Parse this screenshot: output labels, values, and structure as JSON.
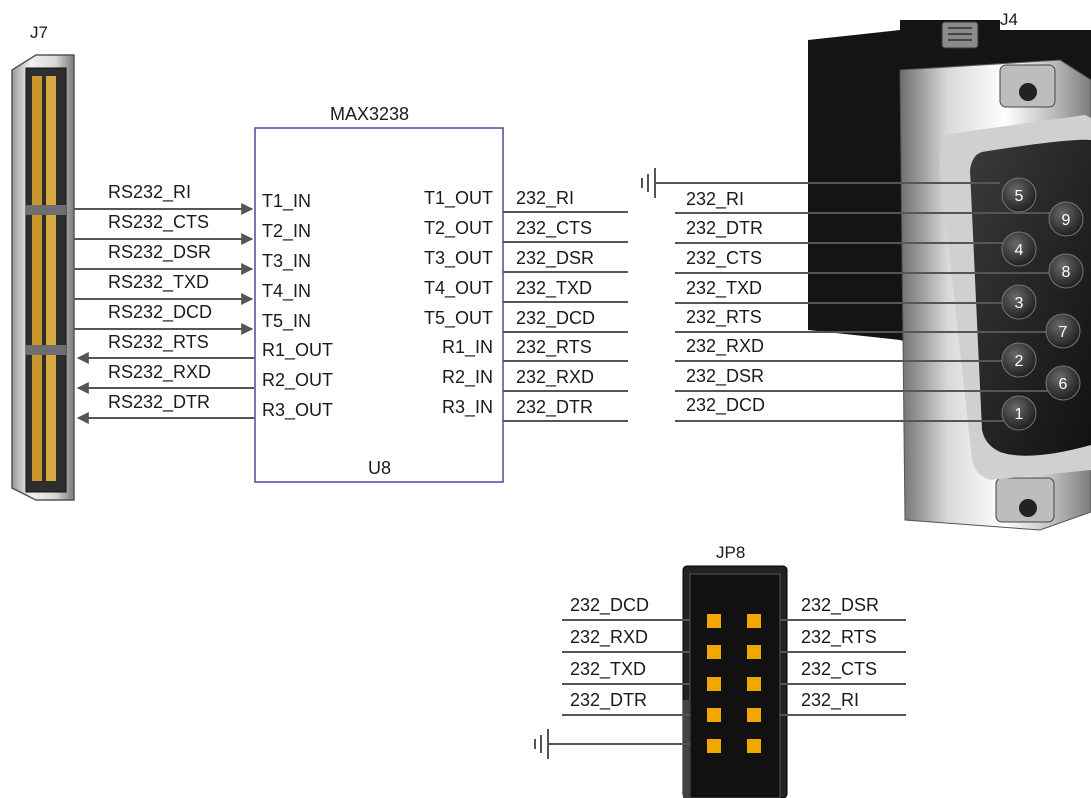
{
  "j7": {
    "ref": "J7",
    "outputs": [
      "RS232_RI",
      "RS232_CTS",
      "RS232_DSR",
      "RS232_TXD",
      "RS232_DCD"
    ],
    "inputs": [
      "RS232_RTS",
      "RS232_RXD",
      "RS232_DTR"
    ]
  },
  "u8": {
    "part": "MAX3238",
    "ref": "U8",
    "left_pins": [
      "T1_IN",
      "T2_IN",
      "T3_IN",
      "T4_IN",
      "T5_IN",
      "R1_OUT",
      "R2_OUT",
      "R3_OUT"
    ],
    "right_pins": [
      "T1_OUT",
      "T2_OUT",
      "T3_OUT",
      "T4_OUT",
      "T5_OUT",
      "R1_IN",
      "R2_IN",
      "R3_IN"
    ],
    "right_nets": [
      "232_RI",
      "232_CTS",
      "232_DSR",
      "232_TXD",
      "232_DCD",
      "232_RTS",
      "232_RXD",
      "232_DTR"
    ]
  },
  "j4": {
    "ref": "J4",
    "nets": [
      "232_RI",
      "232_DTR",
      "232_CTS",
      "232_TXD",
      "232_RTS",
      "232_RXD",
      "232_DSR",
      "232_DCD"
    ],
    "pins": [
      "5",
      "9",
      "4",
      "8",
      "3",
      "7",
      "2",
      "6",
      "1"
    ]
  },
  "jp8": {
    "ref": "JP8",
    "left_nets": [
      "232_DCD",
      "232_RXD",
      "232_TXD",
      "232_DTR"
    ],
    "right_nets": [
      "232_DSR",
      "232_RTS",
      "232_CTS",
      "232_RI"
    ]
  },
  "colors": {
    "ic_border": "#4a4aa0",
    "wire": "#555555",
    "jumper_pin": "#f0a800",
    "connector_body": "#222222"
  }
}
